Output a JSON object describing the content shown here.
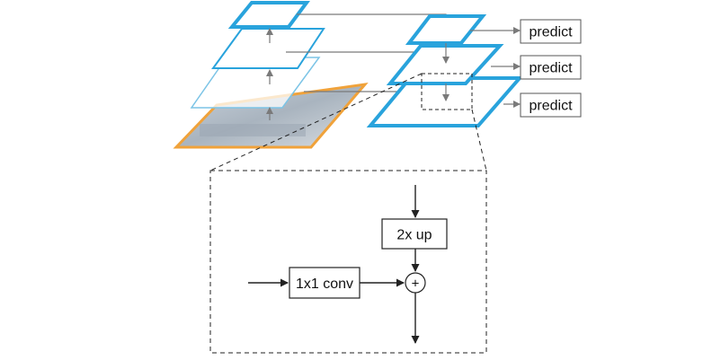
{
  "predict_boxes": [
    {
      "label": "predict"
    },
    {
      "label": "predict"
    },
    {
      "label": "predict"
    }
  ],
  "detail": {
    "upsample_label": "2x up",
    "conv_label": "1x1 conv",
    "sum_symbol": "+"
  },
  "colors": {
    "pyramid_blue": "#29a3dc",
    "pyramid_blue_light": "#7cc4e6",
    "input_orange": "#f0a23a",
    "arrow_gray": "#7a7a7a",
    "line_black": "#222222"
  }
}
